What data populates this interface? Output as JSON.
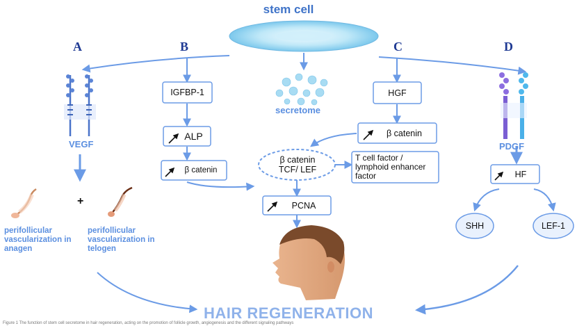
{
  "title": "stem cell",
  "secretome_label": "secretome",
  "letters": [
    "A",
    "B",
    "C",
    "D"
  ],
  "vegf_label": "VEGF",
  "pdgf_label": "PDGF",
  "plus": "+",
  "perifollicular_anagen": "perifollicular vascularization in anagen",
  "perifollicular_telogen": "perifollicular vascularization in telogen",
  "boxes": {
    "igfbp": "IGFBP-1",
    "alp": "ALP",
    "bcatenin_b": "β catenin",
    "hgf": "HGF",
    "bcatenin_c": "β catenin",
    "tcf_lef": "β catenin TCF/ LEF",
    "tcell": "T cell factor / lymphoid enhancer factor",
    "pcna": "PCNA",
    "hf": "HF",
    "shh": "SHH",
    "lef1": "LEF-1"
  },
  "bottom_label": "HAIR REGENERATION",
  "caption": "Figure 1 The function of stem cell secretome in hair regeneration, acting on the promotion of follicle growth, angiogenesis and the different signaling pathways"
}
